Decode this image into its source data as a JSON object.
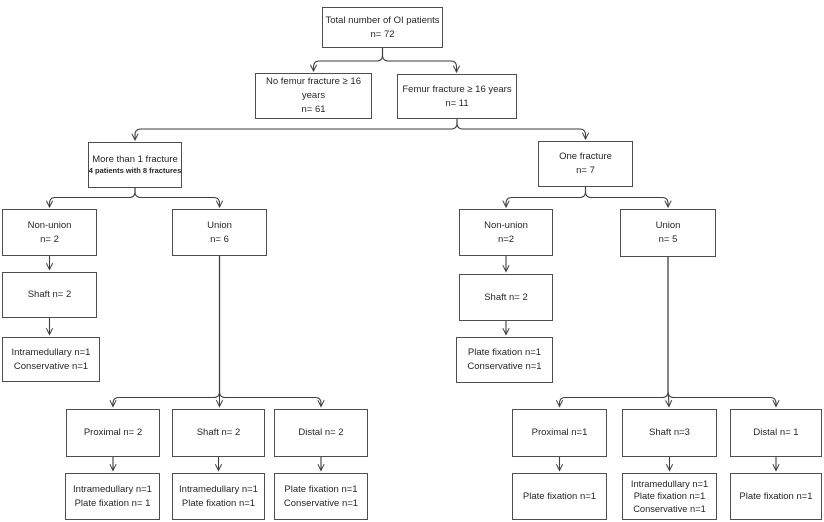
{
  "title": "OI patients femur fracture flowchart",
  "colors": {
    "background": "#ffffff",
    "box_fill": "#ffffff",
    "box_border": "#4d4d4d",
    "connector": "#3f3f3f",
    "text": "#262626"
  },
  "nodes": {
    "total": {
      "lines": [
        "Total number of OI patients",
        "n= 72"
      ]
    },
    "no_femur": {
      "lines": [
        "No femur fracture ≥ 16",
        "years",
        "n= 61"
      ]
    },
    "femur": {
      "lines": [
        "Femur fracture ≥ 16 years",
        "n= 11"
      ]
    },
    "multi_fracture": {
      "lines": [
        "More than 1 fracture",
        "4 patients with 8 fractures"
      ]
    },
    "one_fracture": {
      "lines": [
        "One fracture",
        "n= 7"
      ]
    },
    "l_nonunion": {
      "lines": [
        "Non-union",
        "n= 2"
      ]
    },
    "l_union": {
      "lines": [
        "Union",
        "n= 6"
      ]
    },
    "r_nonunion": {
      "lines": [
        "Non-union",
        "n=2"
      ]
    },
    "r_union": {
      "lines": [
        "Union",
        "n= 5"
      ]
    },
    "l_shaft": {
      "lines": [
        "Shaft n= 2"
      ]
    },
    "r_shaft": {
      "lines": [
        "Shaft n= 2"
      ]
    },
    "l_nonunion_treatment": {
      "lines": [
        "Intramedullary n=1",
        "Conservative n=1"
      ]
    },
    "r_nonunion_treatment": {
      "lines": [
        "Plate fixation n=1",
        "Conservative n=1"
      ]
    },
    "l_proximal": {
      "lines": [
        "Proximal n= 2"
      ]
    },
    "l_union_shaft": {
      "lines": [
        "Shaft n= 2"
      ]
    },
    "l_distal": {
      "lines": [
        "Distal n= 2"
      ]
    },
    "r_proximal": {
      "lines": [
        "Proximal n=1"
      ]
    },
    "r_union_shaft": {
      "lines": [
        "Shaft n=3"
      ]
    },
    "r_distal": {
      "lines": [
        "Distal n= 1"
      ]
    },
    "l_proximal_treatment": {
      "lines": [
        "Intramedullary n=1",
        "Plate fixation n= 1"
      ]
    },
    "l_union_shaft_treatment": {
      "lines": [
        "Intramedullary n=1",
        "Plate fixation n=1"
      ]
    },
    "l_distal_treatment": {
      "lines": [
        "Plate fixation n=1",
        "Conservative n=1"
      ]
    },
    "r_proximal_treatment": {
      "lines": [
        "Plate fixation n=1"
      ]
    },
    "r_union_shaft_treatment": {
      "lines": [
        "Intramedullary n=1",
        "Plate fixation n=1",
        "Conservative n=1"
      ]
    },
    "r_distal_treatment": {
      "lines": [
        "Plate fixation n=1"
      ]
    }
  },
  "edges": [
    {
      "from": "total",
      "to": "no_femur"
    },
    {
      "from": "total",
      "to": "femur"
    },
    {
      "from": "femur",
      "to": "multi_fracture"
    },
    {
      "from": "femur",
      "to": "one_fracture"
    },
    {
      "from": "multi_fracture",
      "to": "l_nonunion"
    },
    {
      "from": "multi_fracture",
      "to": "l_union"
    },
    {
      "from": "one_fracture",
      "to": "r_nonunion"
    },
    {
      "from": "one_fracture",
      "to": "r_union"
    },
    {
      "from": "l_nonunion",
      "to": "l_shaft"
    },
    {
      "from": "l_shaft",
      "to": "l_nonunion_treatment"
    },
    {
      "from": "r_nonunion",
      "to": "r_shaft"
    },
    {
      "from": "r_shaft",
      "to": "r_nonunion_treatment"
    },
    {
      "from": "l_union",
      "to": "l_proximal"
    },
    {
      "from": "l_union",
      "to": "l_union_shaft"
    },
    {
      "from": "l_union",
      "to": "l_distal"
    },
    {
      "from": "l_proximal",
      "to": "l_proximal_treatment"
    },
    {
      "from": "l_union_shaft",
      "to": "l_union_shaft_treatment"
    },
    {
      "from": "l_distal",
      "to": "l_distal_treatment"
    },
    {
      "from": "r_union",
      "to": "r_proximal"
    },
    {
      "from": "r_union",
      "to": "r_union_shaft"
    },
    {
      "from": "r_union",
      "to": "r_distal"
    },
    {
      "from": "r_proximal",
      "to": "r_proximal_treatment"
    },
    {
      "from": "r_union_shaft",
      "to": "r_union_shaft_treatment"
    },
    {
      "from": "r_distal",
      "to": "r_distal_treatment"
    }
  ]
}
